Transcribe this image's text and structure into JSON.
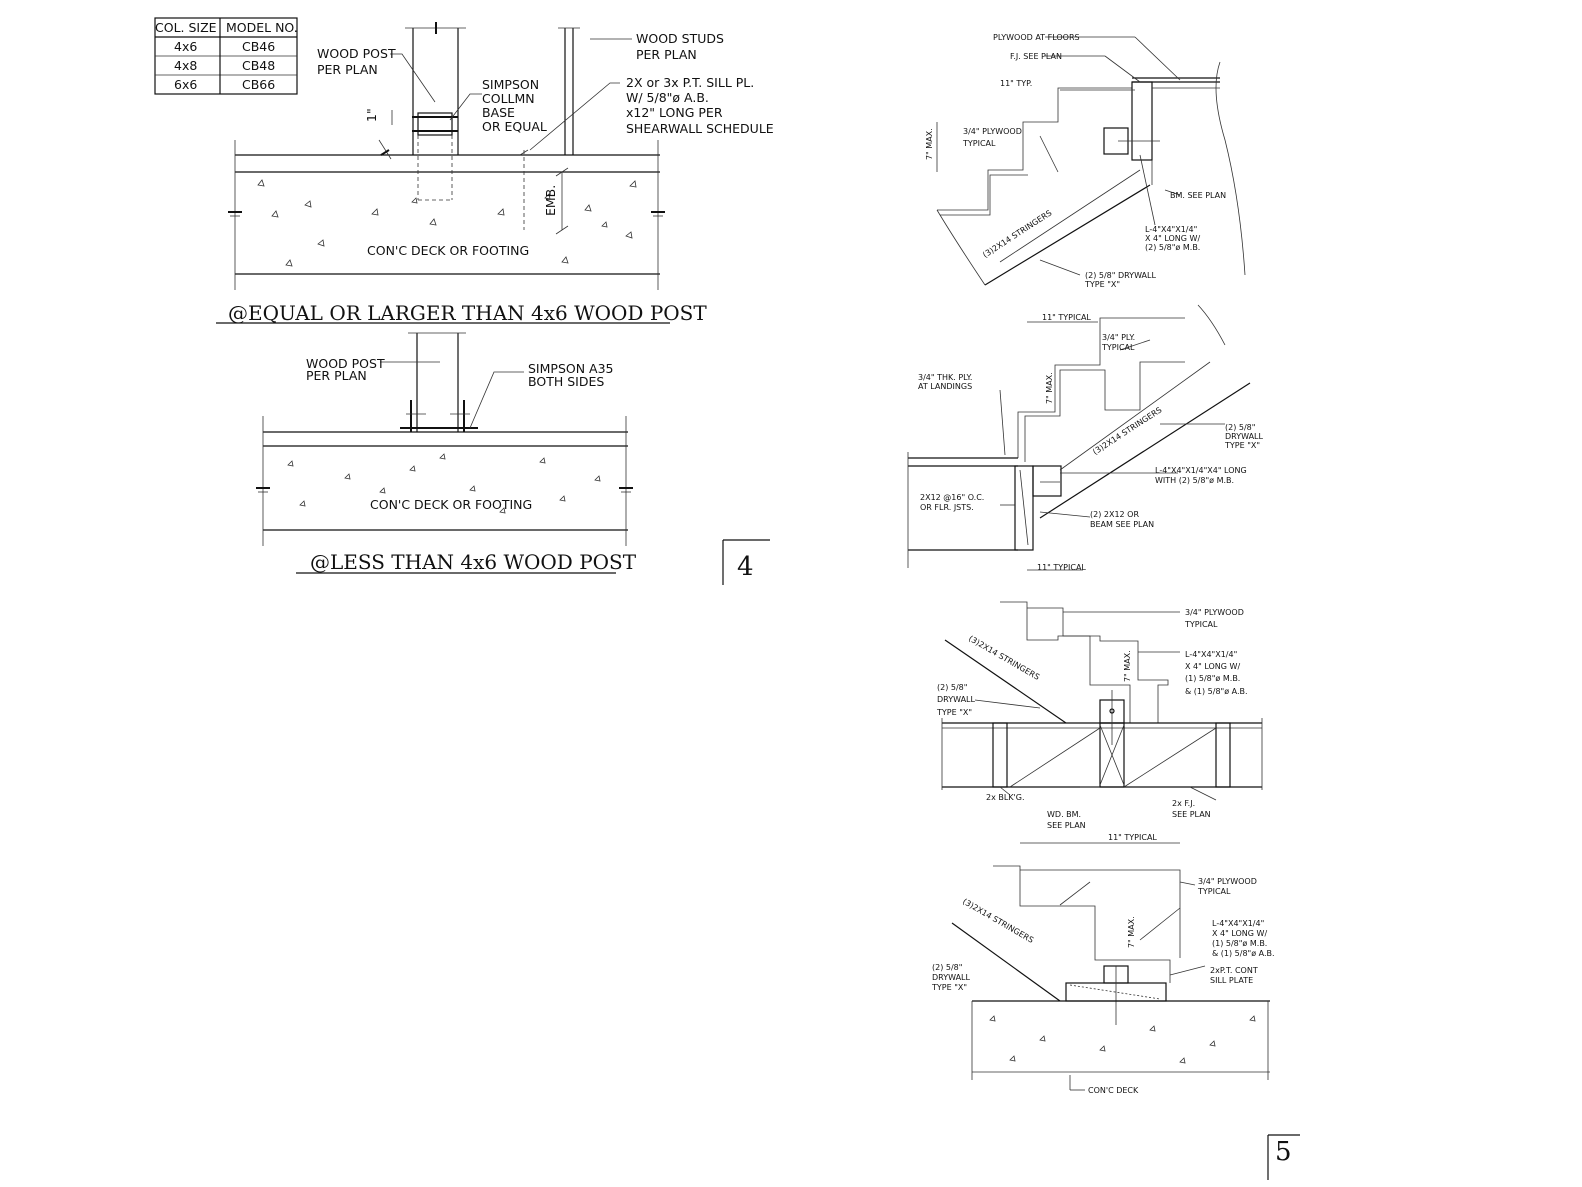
{
  "table": {
    "headers": [
      "COL. SIZE",
      "MODEL NO."
    ],
    "rows": [
      [
        "4x6",
        "CB46"
      ],
      [
        "4x8",
        "CB48"
      ],
      [
        "6x6",
        "CB66"
      ]
    ]
  },
  "detail4": {
    "upper": {
      "wood_post": [
        "WOOD POST",
        "PER PLAN"
      ],
      "simpson": [
        "SIMPSON",
        "COLLMN",
        "BASE",
        "OR EQUAL"
      ],
      "studs": [
        "WOOD STUDS",
        "PER PLAN"
      ],
      "sill": [
        "2X or 3x P.T. SILL PL.",
        "W/ 5/8\"ø A.B.",
        "x12\" LONG PER",
        "SHEARWALL SCHEDULE"
      ],
      "dim_1": "1\"",
      "emb": "EMB.",
      "deck": "CON'C DECK OR FOOTING",
      "title": "@EQUAL OR LARGER THAN 4x6 WOOD POST"
    },
    "lower": {
      "wood_post": [
        "WOOD POST",
        "PER PLAN"
      ],
      "simpson": [
        "SIMPSON A35",
        "BOTH SIDES"
      ],
      "deck": "CON'C DECK OR FOOTING",
      "title": "@LESS THAN 4x6 WOOD POST"
    },
    "number": "4"
  },
  "detail5": {
    "d1": {
      "plywood_floors": "PLYWOOD AT FLOORS",
      "fj": "F.J. SEE PLAN",
      "typ": "11\" TYP.",
      "max": "7\" MAX.",
      "plywood": [
        "3/4\" PLYWOOD",
        "TYPICAL"
      ],
      "bm": "BM. SEE PLAN",
      "angle": [
        "L-4\"X4\"X1/4\"",
        "X 4\" LONG W/",
        "(2) 5/8\"ø M.B."
      ],
      "stringers": "(3)2X14 STRINGERS",
      "drywall": [
        "(2) 5/8\" DRYWALL",
        "TYPE \"X\""
      ]
    },
    "d2": {
      "typ": "11\" TYPICAL",
      "ply": [
        "3/4\" PLY.",
        "TYPICAL"
      ],
      "landings": [
        "3/4\" THK. PLY.",
        "AT LANDINGS"
      ],
      "max": "7\" MAX.",
      "stringers": "(3)2X14 STRINGERS",
      "drywall": [
        "(2) 5/8\"",
        "DRYWALL",
        "TYPE \"X\""
      ],
      "angle": [
        "L-4\"X4\"X1/4\"X4\" LONG",
        "WITH (2) 5/8\"ø M.B."
      ],
      "joists": [
        "2X12 @16\" O.C.",
        "OR FLR. JSTS."
      ],
      "beam": [
        "(2) 2X12 OR",
        "BEAM SEE PLAN"
      ]
    },
    "d3": {
      "typ": "11\" TYPICAL",
      "plywood": [
        "3/4\" PLYWOOD",
        "TYPICAL"
      ],
      "stringers": "(3)2X14 STRINGERS",
      "angle": [
        "L-4\"X4\"X1/4\"",
        "X 4\" LONG W/",
        "(1) 5/8\"ø M.B.",
        "& (1) 5/8\"ø A.B."
      ],
      "max": "7\" MAX.",
      "drywall": [
        "(2) 5/8\"",
        "DRYWALL",
        "TYPE \"X\""
      ],
      "blkg": "2x BLK'G.",
      "wd_bm": [
        "WD. BM.",
        "SEE PLAN"
      ],
      "fj": [
        "2x F.J.",
        "SEE PLAN"
      ]
    },
    "d4": {
      "typ": "11\" TYPICAL",
      "plywood": [
        "3/4\" PLYWOOD",
        "TYPICAL"
      ],
      "stringers": "(3)2X14 STRINGERS",
      "max": "7\" MAX.",
      "angle": [
        "L-4\"X4\"X1/4\"",
        "X 4\" LONG W/",
        "(1) 5/8\"ø M.B.",
        "& (1) 5/8\"ø A.B."
      ],
      "drywall": [
        "(2) 5/8\"",
        "DRYWALL",
        "TYPE \"X\""
      ],
      "sill": [
        "2xP.T. CONT",
        "SILL PLATE"
      ],
      "deck": "CON'C DECK"
    },
    "number": "5"
  }
}
